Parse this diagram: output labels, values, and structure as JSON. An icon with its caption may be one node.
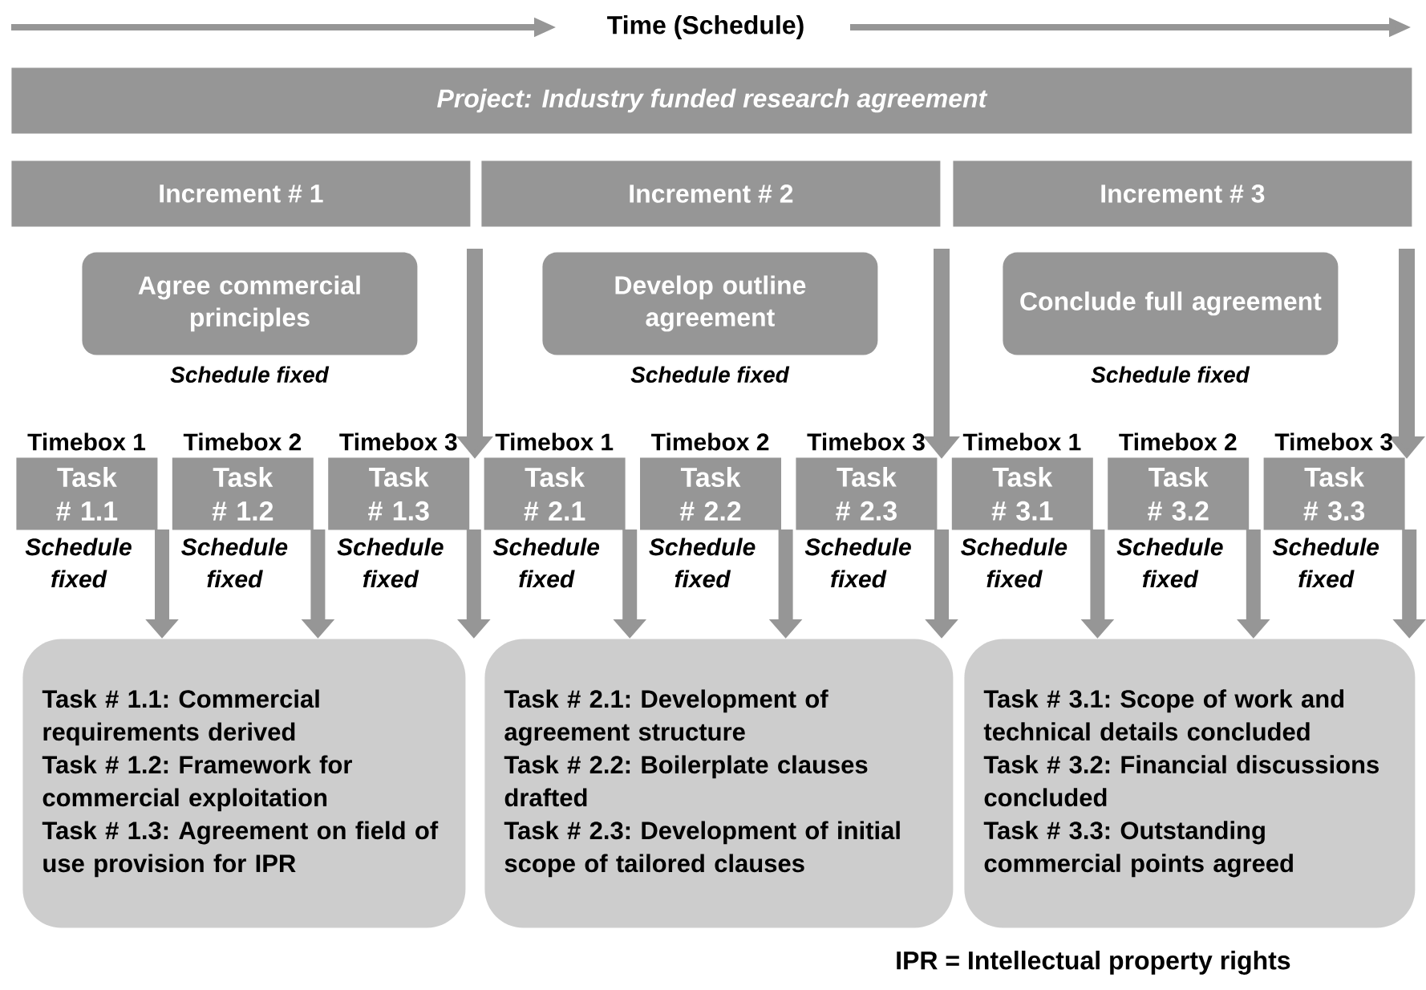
{
  "diagram": {
    "nodes": [
      {
        "text": [
          "Project: Industry funded research agreement"
        ]
      },
      {
        "text": [
          "Increment # 1"
        ]
      },
      {
        "text": [
          "Increment # 2"
        ]
      },
      {
        "text": [
          "Increment # 3"
        ]
      },
      {
        "text": [
          "Agree commercial principles"
        ],
        "beside": [
          "Schedule fixed"
        ]
      },
      {
        "text": [
          "Develop outline agreement"
        ],
        "beside": [
          "Schedule fixed"
        ]
      },
      {
        "text": [
          "Conclude full agreement"
        ],
        "beside": [
          "Schedule fixed"
        ]
      },
      {
        "text": [
          "Timebox 1",
          "Task # 1.1"
        ],
        "beside": [
          "Schedule fixed"
        ]
      },
      {
        "text": [
          "Timebox 2",
          "Task # 1.2"
        ],
        "beside": [
          "Schedule fixed"
        ]
      },
      {
        "text": [
          "Timebox 3",
          "Task # 1.3"
        ],
        "beside": [
          "Schedule fixed"
        ]
      },
      {
        "text": [
          "Timebox 1",
          "Task # 2.1"
        ],
        "beside": [
          "Schedule fixed"
        ]
      },
      {
        "text": [
          "Timebox 2",
          "Task # 2.2"
        ],
        "beside": [
          "Schedule fixed"
        ]
      },
      {
        "text": [
          "Timebox 3",
          "Task # 2.3"
        ],
        "beside": [
          "Schedule fixed"
        ]
      },
      {
        "text": [
          "Timebox 1",
          "Task # 3.1"
        ],
        "beside": [
          "Schedule fixed"
        ]
      },
      {
        "text": [
          "Timebox 2",
          "Task # 3.2"
        ],
        "beside": [
          "Schedule fixed"
        ]
      },
      {
        "text": [
          "Timebox 3",
          "Task # 3.3"
        ],
        "beside": [
          "Schedule fixed"
        ]
      },
      {
        "text": [
          "Task # 1.1: Commercial requirements derived",
          "Task # 1.2: Framework for commercial exploitation",
          "Task # 1.3: Agreement on field of use provision for IPR"
        ]
      },
      {
        "text": [
          "Task # 2.1: Development of agreement structure",
          "Task # 2.2: Boilerplate clauses drafted",
          "Task # 2.3: Development of initial scope of tailored clauses"
        ]
      },
      {
        "text": [
          "Task # 3.1: Scope of work and technical details concluded",
          "Task # 3.2: Financial discussions concluded",
          "Task # 3.3: Outstanding commercial points agreed"
        ]
      }
    ],
    "edges": [
      {
        "from": 7,
        "to": 16,
        "arrow": "to"
      },
      {
        "from": 8,
        "to": 16,
        "arrow": "to"
      },
      {
        "from": 9,
        "to": 16,
        "arrow": "to"
      },
      {
        "from": 10,
        "to": 17,
        "arrow": "to"
      },
      {
        "from": 11,
        "to": 17,
        "arrow": "to"
      },
      {
        "from": 12,
        "to": 17,
        "arrow": "to"
      },
      {
        "from": 13,
        "to": 18,
        "arrow": "to"
      },
      {
        "from": 14,
        "to": 18,
        "arrow": "to"
      },
      {
        "from": 15,
        "to": 18,
        "arrow": "to"
      }
    ],
    "labels": [
      "Time (Schedule)",
      "IPR = Intellectual property rights"
    ]
  }
}
